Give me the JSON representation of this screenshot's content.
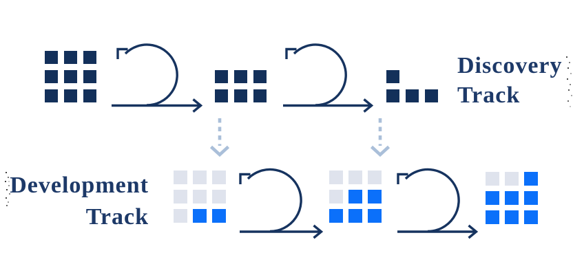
{
  "colors": {
    "background": "#ffffff",
    "navy": "#13305a",
    "blue": "#0b70fa",
    "gray": "#dfe3ed",
    "arrow": "#16335f",
    "dashed_arrow": "#aabfd9",
    "text": "#1d3968"
  },
  "tracks": {
    "discovery": {
      "line1": "Discovery",
      "line2": "Track"
    },
    "development": {
      "line1": "Development",
      "line2": "Track"
    }
  },
  "grids": {
    "discovery_sprint_1": {
      "rows": [
        [
          "navy",
          "navy",
          "navy"
        ],
        [
          "navy",
          "navy",
          "navy"
        ],
        [
          "navy",
          "navy",
          "navy"
        ]
      ]
    },
    "discovery_sprint_2": {
      "rows": [
        [
          "navy",
          "navy",
          "navy"
        ],
        [
          "navy",
          "navy",
          "navy"
        ]
      ]
    },
    "discovery_sprint_3": {
      "rows": [
        [
          "navy",
          null,
          null
        ],
        [
          "navy",
          "navy",
          "navy"
        ]
      ]
    },
    "development_sprint_1": {
      "rows": [
        [
          "gray",
          "gray",
          "gray"
        ],
        [
          "gray",
          "gray",
          "gray"
        ],
        [
          "gray",
          "blue",
          "blue"
        ]
      ]
    },
    "development_sprint_2": {
      "rows": [
        [
          "gray",
          "gray",
          "gray"
        ],
        [
          "gray",
          "blue",
          "blue"
        ],
        [
          "blue",
          "blue",
          "blue"
        ]
      ]
    },
    "development_sprint_3": {
      "rows": [
        [
          "gray",
          "gray",
          "blue"
        ],
        [
          "blue",
          "blue",
          "blue"
        ],
        [
          "blue",
          "blue",
          "blue"
        ]
      ]
    }
  }
}
